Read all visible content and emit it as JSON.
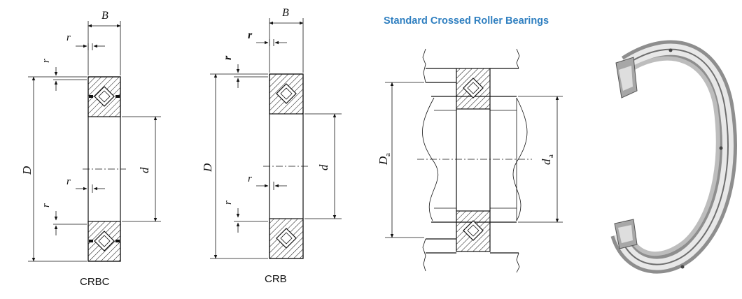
{
  "header": {
    "title": "Standard Crossed Roller Bearings"
  },
  "captions": {
    "crbc": "CRBC",
    "crb": "CRB"
  },
  "labels": {
    "B": "B",
    "r": "r",
    "D": "D",
    "d": "d",
    "Da_main": "D",
    "Da_sub": "a",
    "da_main": "d",
    "da_sub": "a"
  },
  "colors": {
    "title": "#2f7fc0",
    "line": "#111111"
  },
  "icons": [
    "bearing-photo"
  ]
}
